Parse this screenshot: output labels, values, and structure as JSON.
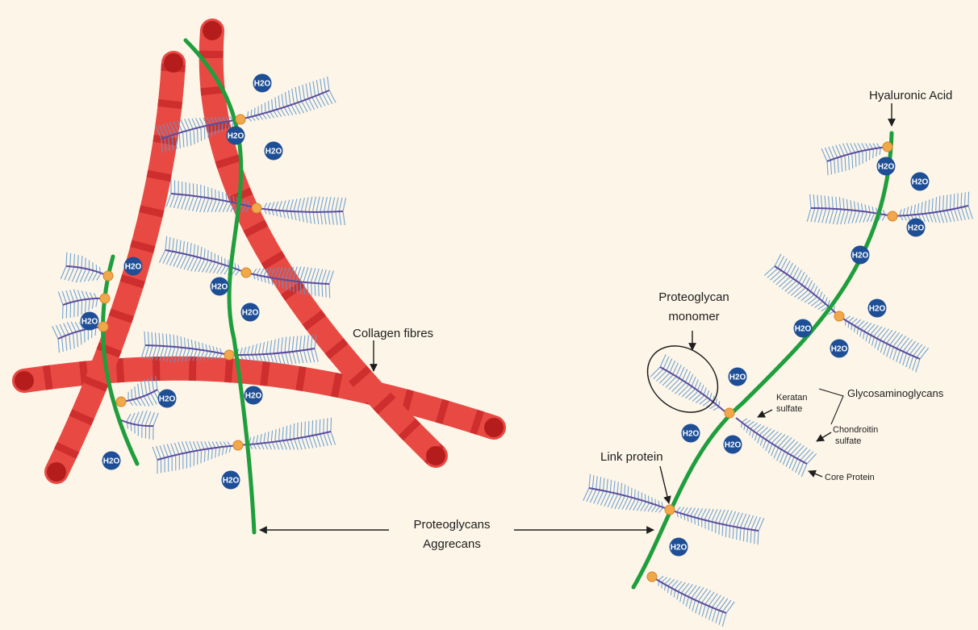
{
  "diagram": {
    "background": "#fdf5e8",
    "colors": {
      "collagen": "#e84a43",
      "collagen_band": "#c92a2a",
      "collagen_end": "#b51d1d",
      "hyaluronic": "#1e9e3c",
      "gag_bristle": "#5f9ad0",
      "core_protein": "#5b4a9e",
      "link_protein": "#f0a84a",
      "water": "#1e4f96"
    },
    "water_label": "H2O",
    "labels": {
      "collagen": "Collagen fibres",
      "hyaluronic": "Hyaluronic Acid",
      "pg_monomer_1": "Proteoglycan",
      "pg_monomer_2": "monomer",
      "link_protein": "Link protein",
      "keratan_1": "Keratan",
      "keratan_2": "sulfate",
      "chondroitin_1": "Chondroitin",
      "chondroitin_2": "sulfate",
      "glycosaminoglycans": "Glycosaminoglycans",
      "core_protein": "Core Protein",
      "pg_aggrecans_1": "Proteoglycans",
      "pg_aggrecans_2": "Aggrecans"
    }
  }
}
